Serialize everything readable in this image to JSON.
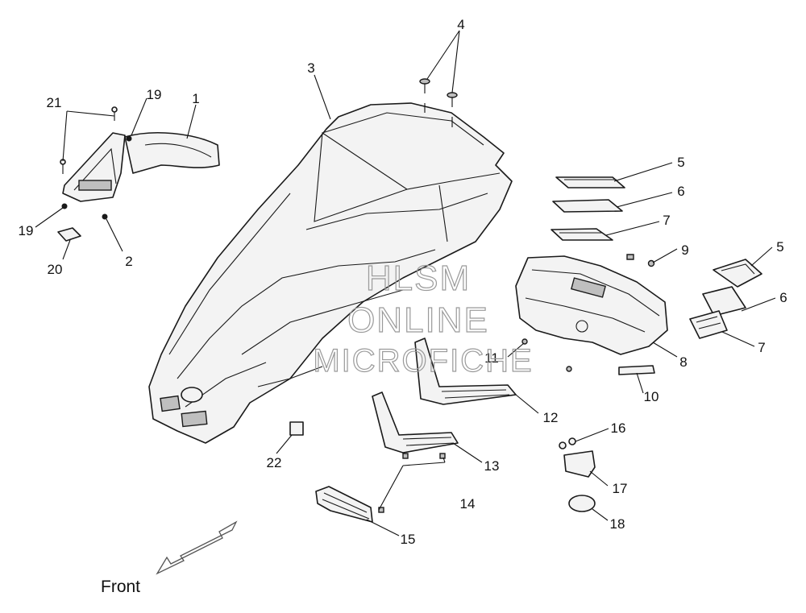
{
  "callouts": {
    "c1": "1",
    "c2": "2",
    "c3": "3",
    "c4": "4",
    "c5a": "5",
    "c5b": "5",
    "c6a": "6",
    "c6b": "6",
    "c7a": "7",
    "c7b": "7",
    "c8": "8",
    "c9": "9",
    "c10": "10",
    "c11": "11",
    "c12": "12",
    "c13": "13",
    "c14": "14",
    "c15": "15",
    "c16": "16",
    "c17": "17",
    "c18": "18",
    "c19a": "19",
    "c19b": "19",
    "c20": "20",
    "c21": "21",
    "c22": "22"
  },
  "direction": {
    "label": "Front"
  },
  "watermark": {
    "line1": "HLSM",
    "line2": "ONLINE",
    "line3": "MICROFICHE"
  }
}
